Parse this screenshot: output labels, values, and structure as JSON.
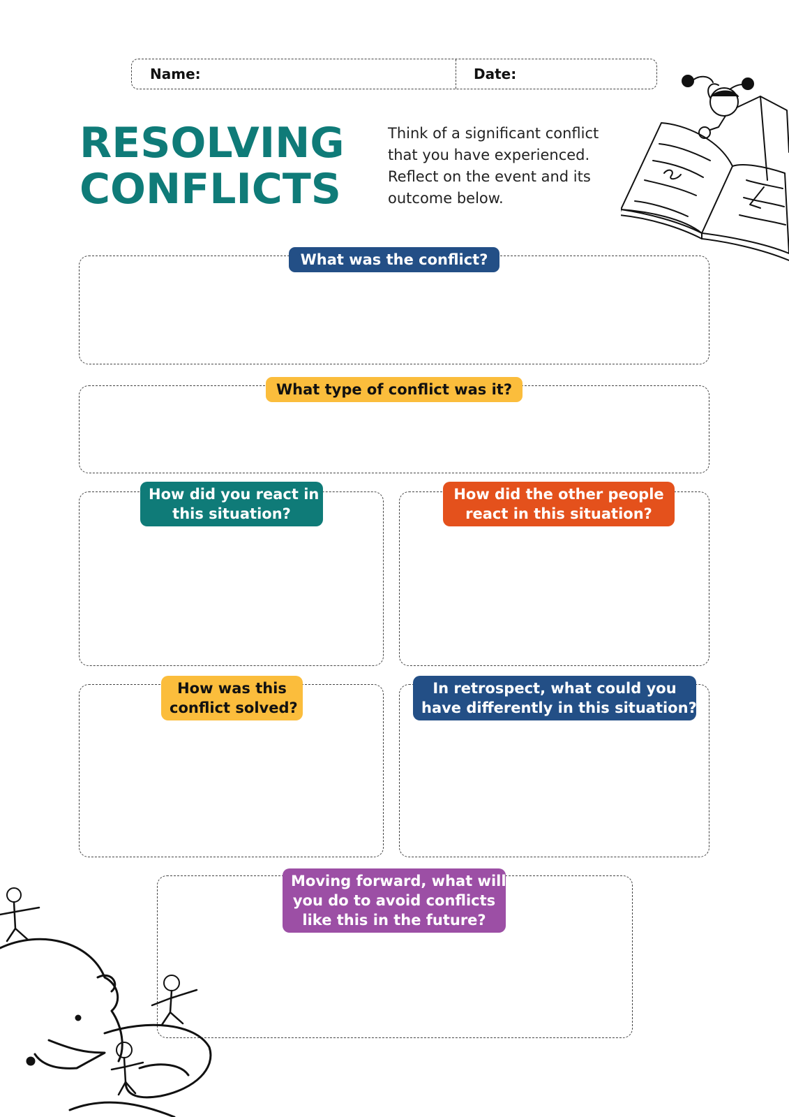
{
  "header": {
    "name_label": "Name:",
    "date_label": "Date:"
  },
  "title": {
    "line1": "RESOLVING",
    "line2": "CONFLICTS",
    "color": "#0f7b78"
  },
  "intro": {
    "lines": [
      "Think of a significant conflict",
      "that you have experienced.",
      "Reflect on the event and its",
      "outcome below."
    ]
  },
  "colors": {
    "navy": "#234f86",
    "yellow": "#fbbd3c",
    "teal": "#0f7b78",
    "orange": "#e4511c",
    "purple": "#9c4fa5"
  },
  "sections": {
    "conflict": {
      "label": "What was the conflict?"
    },
    "type": {
      "label": "What type of conflict was it?"
    },
    "your_reaction": {
      "lines": [
        "How did you react in",
        "this situation?"
      ]
    },
    "others_reaction": {
      "lines": [
        "How did the other people",
        "react in this situation?"
      ]
    },
    "solved": {
      "lines": [
        "How was this",
        "conflict solved?"
      ]
    },
    "retrospect": {
      "lines": [
        "In retrospect, what could you",
        "have differently in this situation?"
      ]
    },
    "moving_forward": {
      "lines": [
        "Moving forward, what will",
        "you do to avoid conflicts",
        "like this in the future?"
      ]
    }
  },
  "illustrations": {
    "top_right": "girl-reading-giant-book-drawing",
    "bottom_left": "giant-head-with-small-people-drawing"
  }
}
